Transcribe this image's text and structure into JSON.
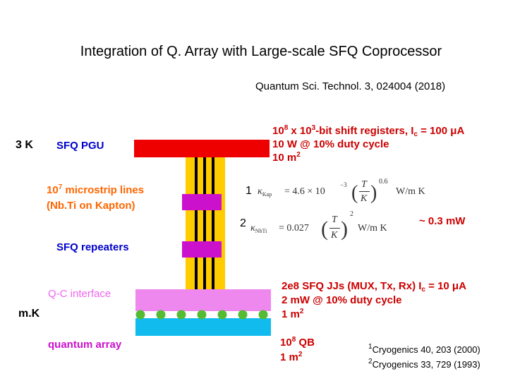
{
  "title": "Integration of Q. Array with Large-scale SFQ Coprocessor",
  "reference": "Quantum Sci. Technol. 3, 024004 (2018)",
  "stages": {
    "three_k": "3 K",
    "mk": "m.K"
  },
  "labels": {
    "sfq_pgu": "SFQ PGU",
    "microstrip_a": "10",
    "microstrip_exp": "7",
    "microstrip_b": " microstrip lines",
    "microstrip_line2": "(Nb.Ti on Kapton)",
    "sfq_repeaters": "SFQ repeaters",
    "qc_interface": "Q-C interface",
    "quantum_array": "quantum array"
  },
  "pgu_specs": {
    "line1_a": "10",
    "line1_exp_a": "8",
    "line1_b": " x 10",
    "line1_exp_b": "3",
    "line1_c": "-bit shift registers, I",
    "line1_sub": "c",
    "line1_d": " = 100 ",
    "line1_mu": "μ",
    "line1_e": "A",
    "line2": "10 W @ 10% duty cycle",
    "line3_a": "10 m",
    "line3_exp": "2"
  },
  "formulas": {
    "label1": "1",
    "label2": "2",
    "kappa1_sub": "Kap",
    "kappa1_coef": "= 4.6 × 10",
    "kappa1_coef_exp": "−3",
    "kappa1_exp": "0.6",
    "kappa2_sub": "NbTi",
    "kappa2_coef": "= 0.027",
    "kappa2_exp": "2",
    "T": "T",
    "K": "K",
    "units": "W/m K",
    "power": "~ 0.3 mW"
  },
  "sfq_specs": {
    "line1_a": "2e8 SFQ JJs (MUX, Tx, Rx) I",
    "line1_sub": "c",
    "line1_b": " = 10 ",
    "line1_mu": "μ",
    "line1_c": "A",
    "line2": "2 mW @ 10% duty cycle",
    "line3_a": "1 m",
    "line3_exp": "2"
  },
  "qb_specs": {
    "line1_a": "10",
    "line1_exp": "8",
    "line1_b": " QB",
    "line2_a": "1 m",
    "line2_exp": "2"
  },
  "footnotes": {
    "fn1_num": "1",
    "fn1_text": "Cryogenics 40, 203 (2000)",
    "fn2_num": "2",
    "fn2_text": "Cryogenics 33, 729 (1993)"
  },
  "colors": {
    "red_block": "#ee0000",
    "yellow_column": "#ffcc00",
    "magenta_block": "#cc11cc",
    "pink_interface": "#ee88ee",
    "cyan_array": "#11bbee",
    "green_dots": "#55bb33",
    "text_red": "#cc0000",
    "text_orange": "#ff6600",
    "text_blue": "#0000cc"
  },
  "icons": {
    "dots": "green-circle-icon"
  }
}
